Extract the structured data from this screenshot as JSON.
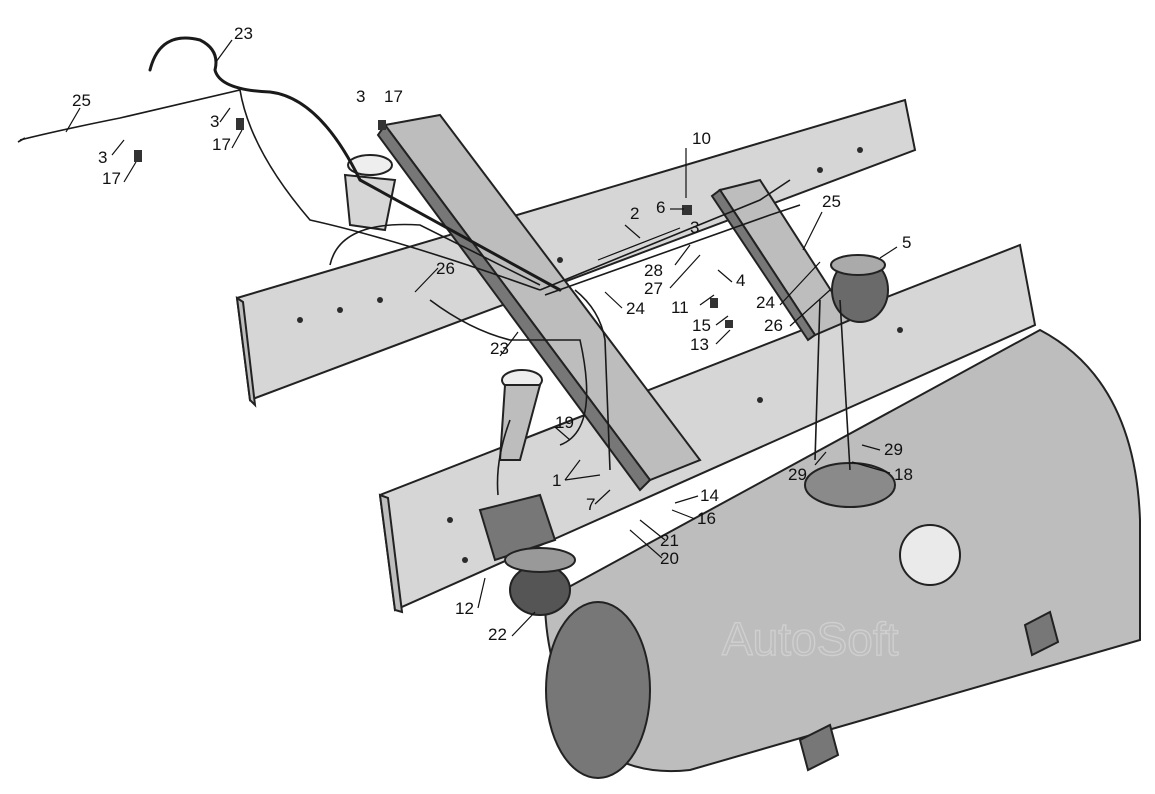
{
  "watermark": "AutoSoft",
  "callouts": [
    {
      "id": "c23a",
      "text": "23"
    },
    {
      "id": "c25a",
      "text": "25"
    },
    {
      "id": "c3a",
      "text": "3"
    },
    {
      "id": "c17a",
      "text": "17"
    },
    {
      "id": "c3b",
      "text": "3"
    },
    {
      "id": "c17b",
      "text": "17"
    },
    {
      "id": "c3c",
      "text": "3"
    },
    {
      "id": "c17c",
      "text": "17"
    },
    {
      "id": "c10",
      "text": "10"
    },
    {
      "id": "c6",
      "text": "6"
    },
    {
      "id": "c2",
      "text": "2"
    },
    {
      "id": "c3d",
      "text": "3"
    },
    {
      "id": "c25b",
      "text": "25"
    },
    {
      "id": "c5",
      "text": "5"
    },
    {
      "id": "c28",
      "text": "28"
    },
    {
      "id": "c27",
      "text": "27"
    },
    {
      "id": "c4",
      "text": "4"
    },
    {
      "id": "c26a",
      "text": "26"
    },
    {
      "id": "c24a",
      "text": "24"
    },
    {
      "id": "c11",
      "text": "11"
    },
    {
      "id": "c24b",
      "text": "24"
    },
    {
      "id": "c15",
      "text": "15"
    },
    {
      "id": "c26b",
      "text": "26"
    },
    {
      "id": "c13",
      "text": "13"
    },
    {
      "id": "c23b",
      "text": "23"
    },
    {
      "id": "c19",
      "text": "19"
    },
    {
      "id": "c29a",
      "text": "29"
    },
    {
      "id": "c29b",
      "text": "29"
    },
    {
      "id": "c18",
      "text": "18"
    },
    {
      "id": "c1",
      "text": "1"
    },
    {
      "id": "c14",
      "text": "14"
    },
    {
      "id": "c7",
      "text": "7"
    },
    {
      "id": "c16",
      "text": "16"
    },
    {
      "id": "c21",
      "text": "21"
    },
    {
      "id": "c20",
      "text": "20"
    },
    {
      "id": "c12",
      "text": "12"
    },
    {
      "id": "c22",
      "text": "22"
    }
  ]
}
